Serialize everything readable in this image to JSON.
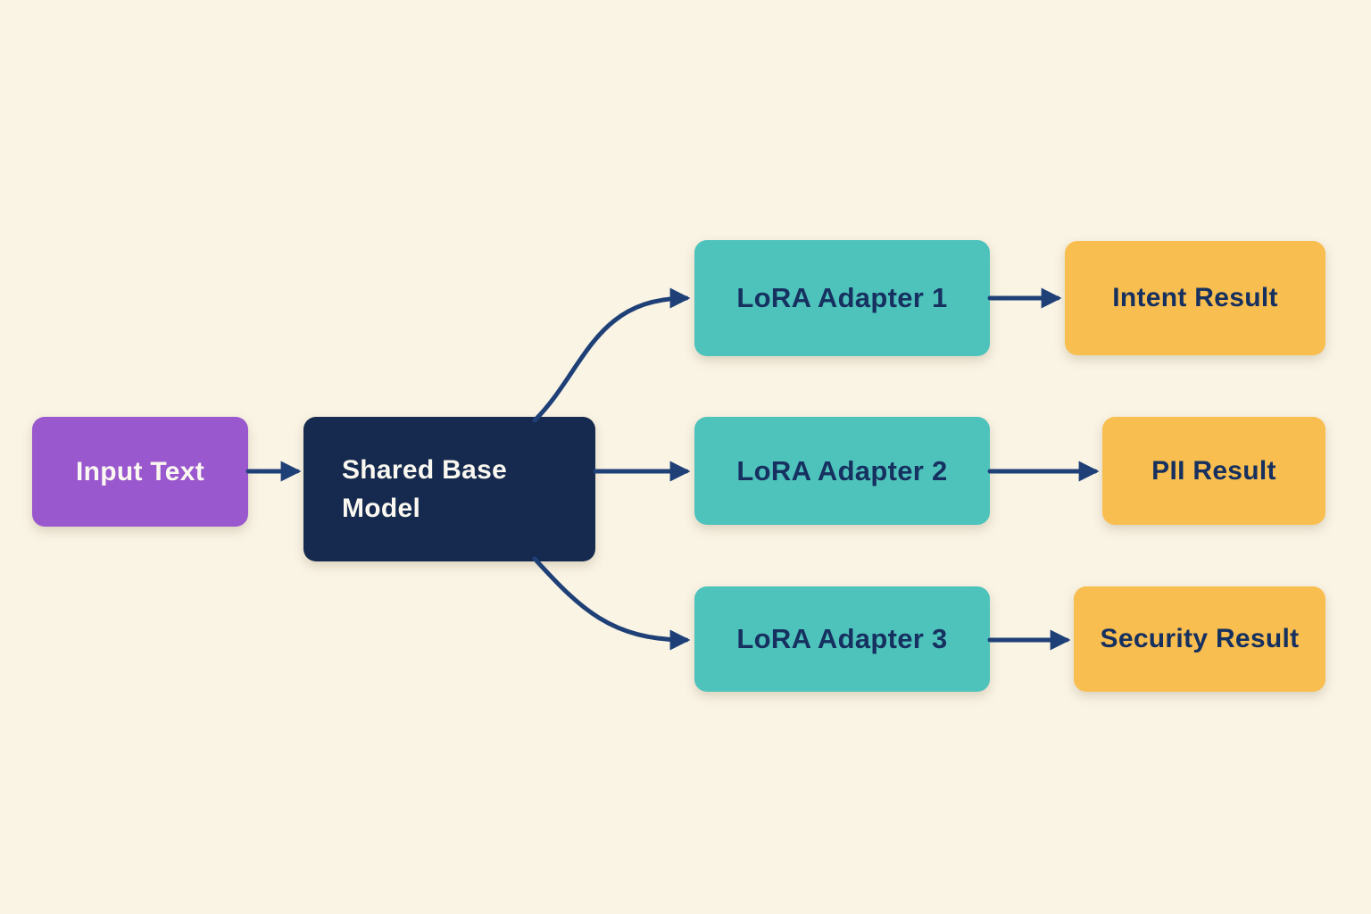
{
  "diagram": {
    "colors": {
      "background": "#faf4e5",
      "arrow": "#1e4077",
      "purple": "#9a58ce",
      "navy": "#152a4e",
      "teal": "#4ec3bc",
      "yellow": "#f8be4f",
      "text_light": "#fbf8f1",
      "text_dark": "#16305f"
    },
    "nodes": {
      "input": {
        "label": "Input Text",
        "fill": "#9a58ce",
        "text": "#fbf8f1"
      },
      "base": {
        "label": "Shared Base Model",
        "fill": "#152a4e",
        "text": "#fbf8f1"
      },
      "adapter1": {
        "label": "LoRA Adapter 1",
        "fill": "#4ec3bc",
        "text": "#16305f"
      },
      "adapter2": {
        "label": "LoRA Adapter 2",
        "fill": "#4ec3bc",
        "text": "#16305f"
      },
      "adapter3": {
        "label": "LoRA Adapter 3",
        "fill": "#4ec3bc",
        "text": "#16305f"
      },
      "result1": {
        "label": "Intent Result",
        "fill": "#f8be4f",
        "text": "#16305f"
      },
      "result2": {
        "label": "PII Result",
        "fill": "#f8be4f",
        "text": "#16305f"
      },
      "result3": {
        "label": "Security Result",
        "fill": "#f8be4f",
        "text": "#16305f"
      }
    },
    "edges": [
      {
        "from": "input",
        "to": "base"
      },
      {
        "from": "base",
        "to": "adapter1"
      },
      {
        "from": "base",
        "to": "adapter2"
      },
      {
        "from": "base",
        "to": "adapter3"
      },
      {
        "from": "adapter1",
        "to": "result1"
      },
      {
        "from": "adapter2",
        "to": "result2"
      },
      {
        "from": "adapter3",
        "to": "result3"
      }
    ]
  }
}
